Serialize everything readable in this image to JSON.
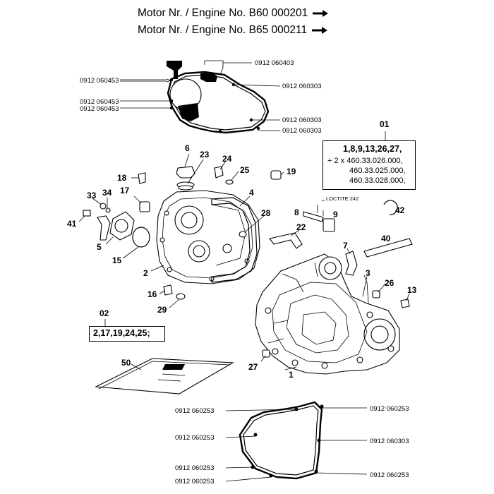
{
  "header": {
    "line1": "Motor Nr. / Engine No. B60 000201",
    "line2": "Motor Nr. / Engine No. B65 000211",
    "arrow_icon": "right-arrow-icon"
  },
  "top_gasket_labels": {
    "l1": "0912 060403",
    "l2": "0912 060453",
    "l3": "0912 060303",
    "l4": "0912 060453",
    "l5": "0912 060453",
    "l6": "0912 060303",
    "l7": "0912 060303"
  },
  "bottom_gasket_labels": {
    "l1": "0912 060253",
    "l2": "0912 060253",
    "l3": "0912 060253",
    "l4": "0912 060303",
    "l5": "0912 060253",
    "l6": "0912 060253",
    "l7": "0912 060253"
  },
  "kit_01": {
    "number": "01",
    "parts": "1,8,9,13,26,27,",
    "line1": "+ 2 x 460.33.026.000,",
    "line2": "460.33.025.000,",
    "line3": "460.33.028.000;"
  },
  "kit_02": {
    "number": "02",
    "parts": "2,17,19,24,25;"
  },
  "loctite": "LOCTITE 242",
  "parts": {
    "p1": "1",
    "p2": "2",
    "p3": "3",
    "p4": "4",
    "p5": "5",
    "p6": "6",
    "p7": "7",
    "p8": "8",
    "p9": "9",
    "p13": "13",
    "p15": "15",
    "p16": "16",
    "p17": "17",
    "p18": "18",
    "p19": "19",
    "p22": "22",
    "p23": "23",
    "p24": "24",
    "p25": "25",
    "p26": "26",
    "p27": "27",
    "p28": "28",
    "p29": "29",
    "p33": "33",
    "p34": "34",
    "p40": "40",
    "p41": "41",
    "p42": "42",
    "p50": "50"
  }
}
